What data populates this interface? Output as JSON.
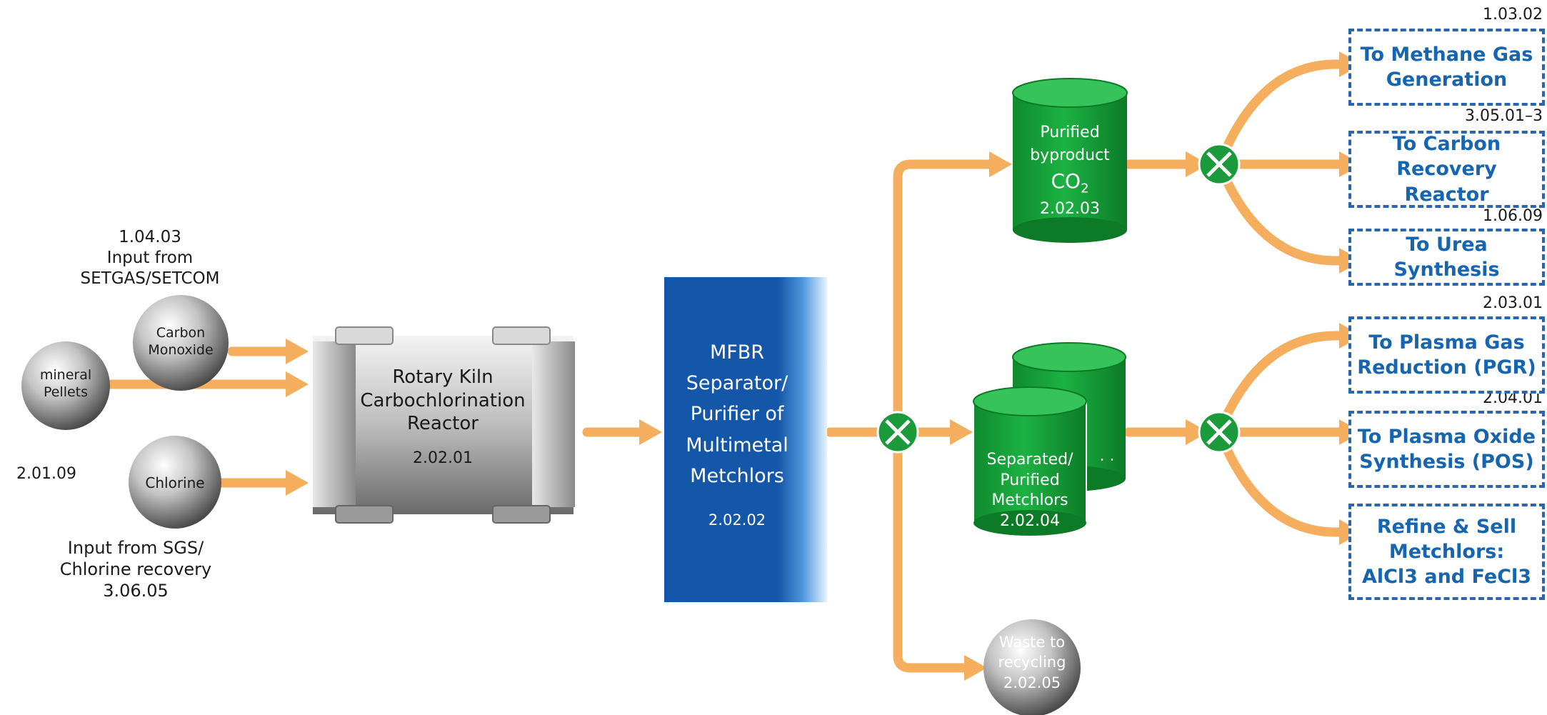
{
  "inputs": {
    "setgas": {
      "code": "1.04.03",
      "line1": "Input from",
      "line2": "SETGAS/SETCOM"
    },
    "carbon_monoxide": {
      "line1": "Carbon",
      "line2": "Monoxide"
    },
    "mineral_pellets": {
      "line1": "mineral",
      "line2": "Pellets",
      "code": "2.01.09"
    },
    "chlorine": {
      "label": "Chlorine"
    },
    "sgs": {
      "line1": "Input from SGS/",
      "line2": "Chlorine recovery",
      "code": "3.06.05"
    }
  },
  "kiln": {
    "line1": "Rotary Kiln",
    "line2": "Carbochlorination",
    "line3": "Reactor",
    "code": "2.02.01"
  },
  "separator": {
    "line1": "MFBR",
    "line2": "Separator/",
    "line3": "Purifier of",
    "line4": "Multimetal",
    "line5": "Metchlors",
    "code": "2.02.02"
  },
  "co2_tank": {
    "line1": "Purified",
    "line2": "byproduct",
    "line3": "CO",
    "subscript": "2",
    "code": "2.02.03"
  },
  "metchlor_tank": {
    "line1": "Separated/",
    "line2": "Purified",
    "line3": "Metchlors",
    "code": "2.02.04",
    "dots": ". ."
  },
  "waste": {
    "line1": "Waste to",
    "line2": "recycling",
    "code": "2.02.05"
  },
  "outputs": [
    {
      "code": "1.03.02",
      "line1": "To Methane Gas",
      "line2": "Generation",
      "line3": ""
    },
    {
      "code": "3.05.01–3",
      "line1": "To Carbon Recovery",
      "line2": "Reactor",
      "line3": ""
    },
    {
      "code": "1.06.09",
      "line1": "To Urea Synthesis",
      "line2": "",
      "line3": ""
    },
    {
      "code": "2.03.01",
      "line1": "To Plasma Gas",
      "line2": "Reduction (PGR)",
      "line3": ""
    },
    {
      "code": "2.04.01",
      "line1": "To Plasma Oxide",
      "line2": "Synthesis (POS)",
      "line3": ""
    },
    {
      "code": "",
      "line1": "Refine & Sell",
      "line2": "Metchlors:",
      "line3": "AlCl3 and FeCl3"
    }
  ],
  "colors": {
    "arrow": "#f5ad5e",
    "tank_green": "#16a23a",
    "separator_blue": "#1456a8",
    "box_blue": "#1565b0",
    "junction_green": "#1a9a3a"
  }
}
